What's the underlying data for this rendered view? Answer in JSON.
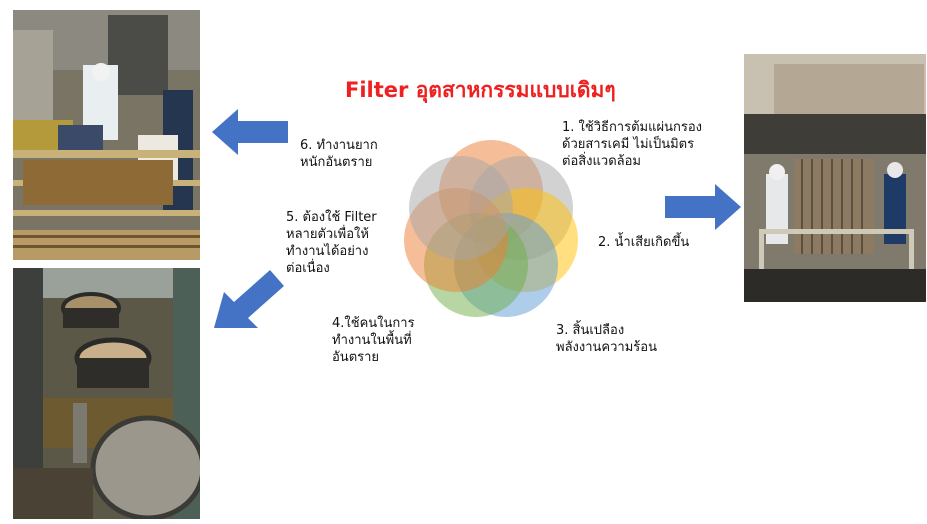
{
  "title": "Filter อุตสาหกรรมแบบเดิมๆ",
  "items": [
    {
      "text": "1. ใช้วิธีการต้มแผ่นกรอง\nด้วยสารเคมี ไม่เป็นมิตร\nต่อสิ่งแวดล้อม"
    },
    {
      "text": "2. น้ำเสียเกิดขึ้น"
    },
    {
      "text": "3. สิ้นเปลือง\nพลังงานความร้อน"
    },
    {
      "text": "4.ใช้คนในการ\nทำงานในพื้นที่\nอันตราย"
    },
    {
      "text": "5. ต้องใช้ Filter\nหลายตัวเพื่อให้\nทำงานได้อย่าง\nต่อเนื่อง"
    },
    {
      "text": "6. ทำงานยาก\nหนักอันตราย"
    }
  ],
  "colors": {
    "title": "#ef2020",
    "arrow": "#4472c4",
    "petals": [
      "#ed7d31",
      "#ed7d31",
      "#a5a5a5",
      "#ffc000",
      "#5b9bd5",
      "#70ad47",
      "#a5a5a5"
    ]
  }
}
